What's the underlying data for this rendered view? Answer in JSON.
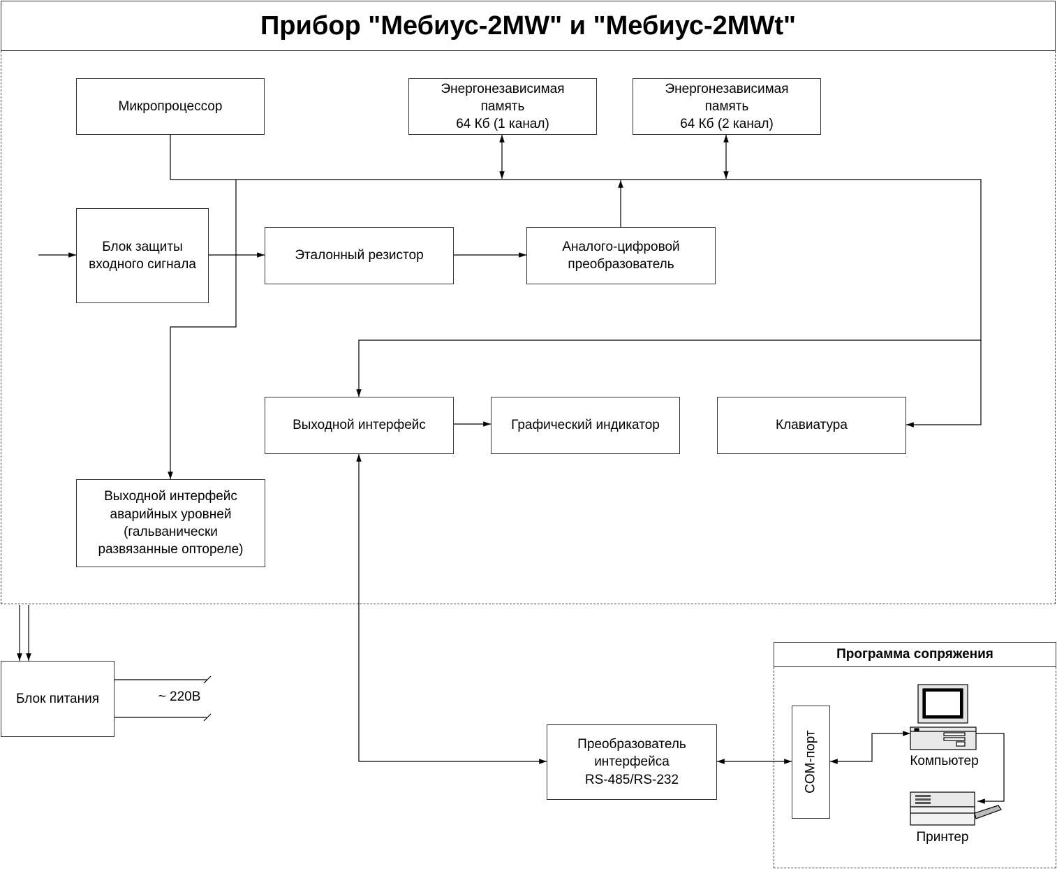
{
  "title": "Прибор \"Мебиус-2MW\" и \"Мебиус-2MWt\"",
  "blocks": {
    "microprocessor": "Микропроцессор",
    "memory1": "Энергонезависимая\nпамять\n64 Кб (1 канал)",
    "memory2": "Энергонезависимая\nпамять\n64 Кб (2 канал)",
    "input_protection": "Блок защиты\nвходного сигнала",
    "reference_resistor": "Эталонный резистор",
    "adc": "Аналого-цифровой\nпреобразователь",
    "output_interface": "Выходной интерфейс",
    "graphic_indicator": "Графический индикатор",
    "keyboard": "Клавиатура",
    "alarm_interface": "Выходной интерфейс\nаварийных уровней\n(гальванически\nразвязанные оптореле)",
    "power_supply": "Блок питания",
    "converter": "Преобразователь\nинтерфейса\nRS-485/RS-232",
    "com_port": "COM-порт"
  },
  "mains_label": "~ 220В",
  "program": {
    "header": "Программа сопряжения",
    "computer_label": "Компьютер",
    "printer_label": "Принтер"
  }
}
